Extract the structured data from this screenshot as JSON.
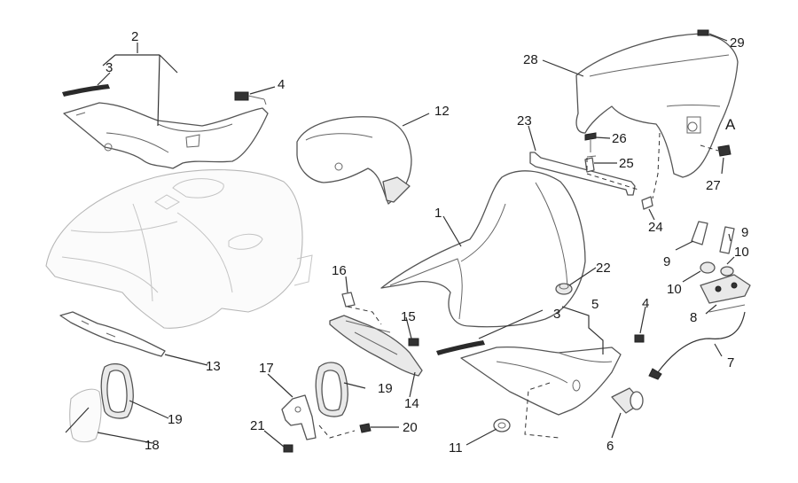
{
  "diagram": {
    "reference_letter": "A",
    "callouts": [
      {
        "id": "c1",
        "text": "1"
      },
      {
        "id": "c2",
        "text": "2"
      },
      {
        "id": "c3a",
        "text": "3"
      },
      {
        "id": "c3b",
        "text": "3"
      },
      {
        "id": "c4a",
        "text": "4"
      },
      {
        "id": "c4b",
        "text": "4"
      },
      {
        "id": "c5",
        "text": "5"
      },
      {
        "id": "c6",
        "text": "6"
      },
      {
        "id": "c7",
        "text": "7"
      },
      {
        "id": "c8",
        "text": "8"
      },
      {
        "id": "c9a",
        "text": "9"
      },
      {
        "id": "c9b",
        "text": "9"
      },
      {
        "id": "c10a",
        "text": "10"
      },
      {
        "id": "c10b",
        "text": "10"
      },
      {
        "id": "c11",
        "text": "11"
      },
      {
        "id": "c12",
        "text": "12"
      },
      {
        "id": "c13",
        "text": "13"
      },
      {
        "id": "c14",
        "text": "14"
      },
      {
        "id": "c15",
        "text": "15"
      },
      {
        "id": "c16",
        "text": "16"
      },
      {
        "id": "c17",
        "text": "17"
      },
      {
        "id": "c18",
        "text": "18"
      },
      {
        "id": "c19a",
        "text": "19"
      },
      {
        "id": "c19b",
        "text": "19"
      },
      {
        "id": "c20",
        "text": "20"
      },
      {
        "id": "c21",
        "text": "21"
      },
      {
        "id": "c22",
        "text": "22"
      },
      {
        "id": "c23",
        "text": "23"
      },
      {
        "id": "c24",
        "text": "24"
      },
      {
        "id": "c25",
        "text": "25"
      },
      {
        "id": "c26",
        "text": "26"
      },
      {
        "id": "c27",
        "text": "27"
      },
      {
        "id": "c28",
        "text": "28"
      },
      {
        "id": "c29",
        "text": "29"
      }
    ]
  }
}
